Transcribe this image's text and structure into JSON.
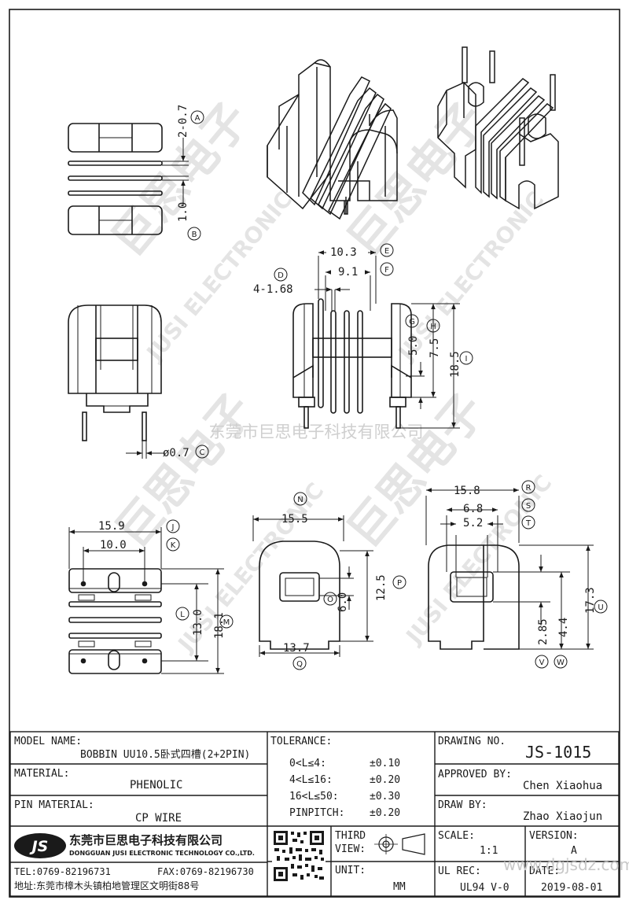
{
  "watermark": {
    "company_cn": "东莞市巨思电子科技有限公司",
    "brand_cn": "巨思电子",
    "brand_en": "JUSI ELECTRONIC",
    "url": "www.dgjsdz.com"
  },
  "dims": {
    "a": "2-0.7",
    "b": "1.0",
    "c": "ø0.7",
    "d": "4-1.68",
    "e": "10.3",
    "f": "9.1",
    "g": "5.0",
    "h": "7.5",
    "i": "18.5",
    "j": "15.9",
    "k": "10.0",
    "l": "13.0",
    "m": "18.1",
    "n": "15.5",
    "o": "6.0",
    "p": "12.5",
    "q": "13.7",
    "r": "15.8",
    "s": "6.8",
    "t": "5.2",
    "u": "17.3",
    "v": "2.85",
    "w": "4.4"
  },
  "letters": {
    "a": "A",
    "b": "B",
    "c": "C",
    "d": "D",
    "e": "E",
    "f": "F",
    "g": "G",
    "h": "H",
    "i": "I",
    "j": "J",
    "k": "K",
    "l": "L",
    "m": "M",
    "n": "N",
    "o": "O",
    "p": "P",
    "q": "Q",
    "r": "R",
    "s": "S",
    "t": "T",
    "u": "U",
    "v": "V",
    "w": "W"
  },
  "title_block": {
    "model_name_label": "MODEL NAME:",
    "model_name": "BOBBIN UU10.5卧式四槽(2+2PIN)",
    "material_label": "MATERIAL:",
    "material": "PHENOLIC",
    "pin_material_label": "PIN MATERIAL:",
    "pin_material": "CP WIRE",
    "tolerance_label": "TOLERANCE:",
    "tolerances": [
      {
        "range": "0<L≤4:",
        "value": "±0.10"
      },
      {
        "range": "4<L≤16:",
        "value": "±0.20"
      },
      {
        "range": "16<L≤50:",
        "value": "±0.30"
      },
      {
        "range": "PINPITCH:",
        "value": "±0.20"
      }
    ],
    "third_view_label_1": "THIRD",
    "third_view_label_2": "VIEW:",
    "unit_label": "UNIT:",
    "unit": "MM",
    "drawing_no_label": "DRAWING NO.",
    "drawing_no": "JS-1015",
    "approved_by_label": "APPROVED BY:",
    "approved_by": "Chen Xiaohua",
    "draw_by_label": "DRAW BY:",
    "draw_by": "Zhao Xiaojun",
    "scale_label": "SCALE:",
    "scale": "1:1",
    "version_label": "VERSION:",
    "version": "A",
    "ul_rec_label": "UL REC:",
    "ul_rec": "UL94 V-0",
    "date_label": "DATE:",
    "date": "2019-08-01",
    "company_logo": "JS",
    "company_cn": "东莞市巨思电子科技有限公司",
    "company_en": "DONGGUAN JUSI ELECTRONIC TECHNOLOGY CO.,LTD.",
    "tel": "TEL:0769-82196731",
    "fax": "FAX:0769-82196730",
    "address": "地址:东莞市樟木头镇柏地管理区文明街88号"
  },
  "colors": {
    "ink": "#1a1a1a",
    "watermark": "#d6d6d6",
    "footer_url": "#c8c8c8"
  }
}
